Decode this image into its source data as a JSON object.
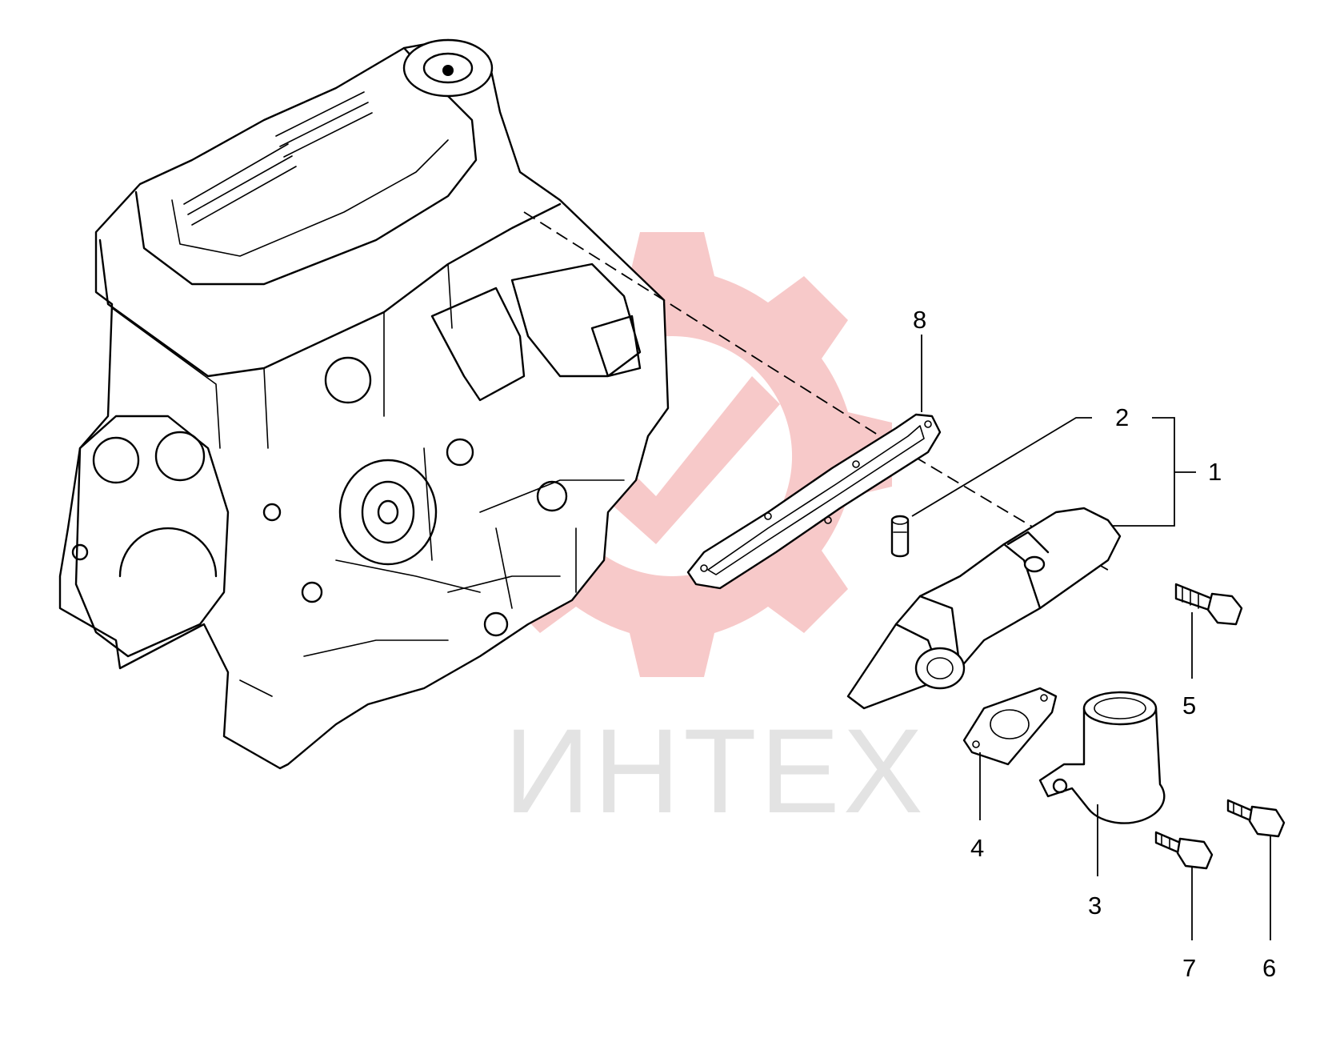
{
  "watermark": {
    "text": "ИНТЕХ",
    "gear_color": "#f7c9c9",
    "text_color": "#e3e3e3"
  },
  "callouts": {
    "c1": "1",
    "c2": "2",
    "c3": "3",
    "c4": "4",
    "c5": "5",
    "c6": "6",
    "c7": "7",
    "c8": "8"
  },
  "parts": [
    {
      "id": "engine-block",
      "icon": "engine-block-drawing"
    },
    {
      "id": "8",
      "icon": "gasket-drawing"
    },
    {
      "id": "2",
      "icon": "dowel-pin-drawing"
    },
    {
      "id": "1",
      "icon": "water-manifold-drawing"
    },
    {
      "id": "4",
      "icon": "flange-gasket-drawing"
    },
    {
      "id": "3",
      "icon": "outlet-connection-drawing"
    },
    {
      "id": "5",
      "icon": "bolt-drawing"
    },
    {
      "id": "7",
      "icon": "bolt-drawing"
    },
    {
      "id": "6",
      "icon": "bolt-drawing"
    }
  ]
}
